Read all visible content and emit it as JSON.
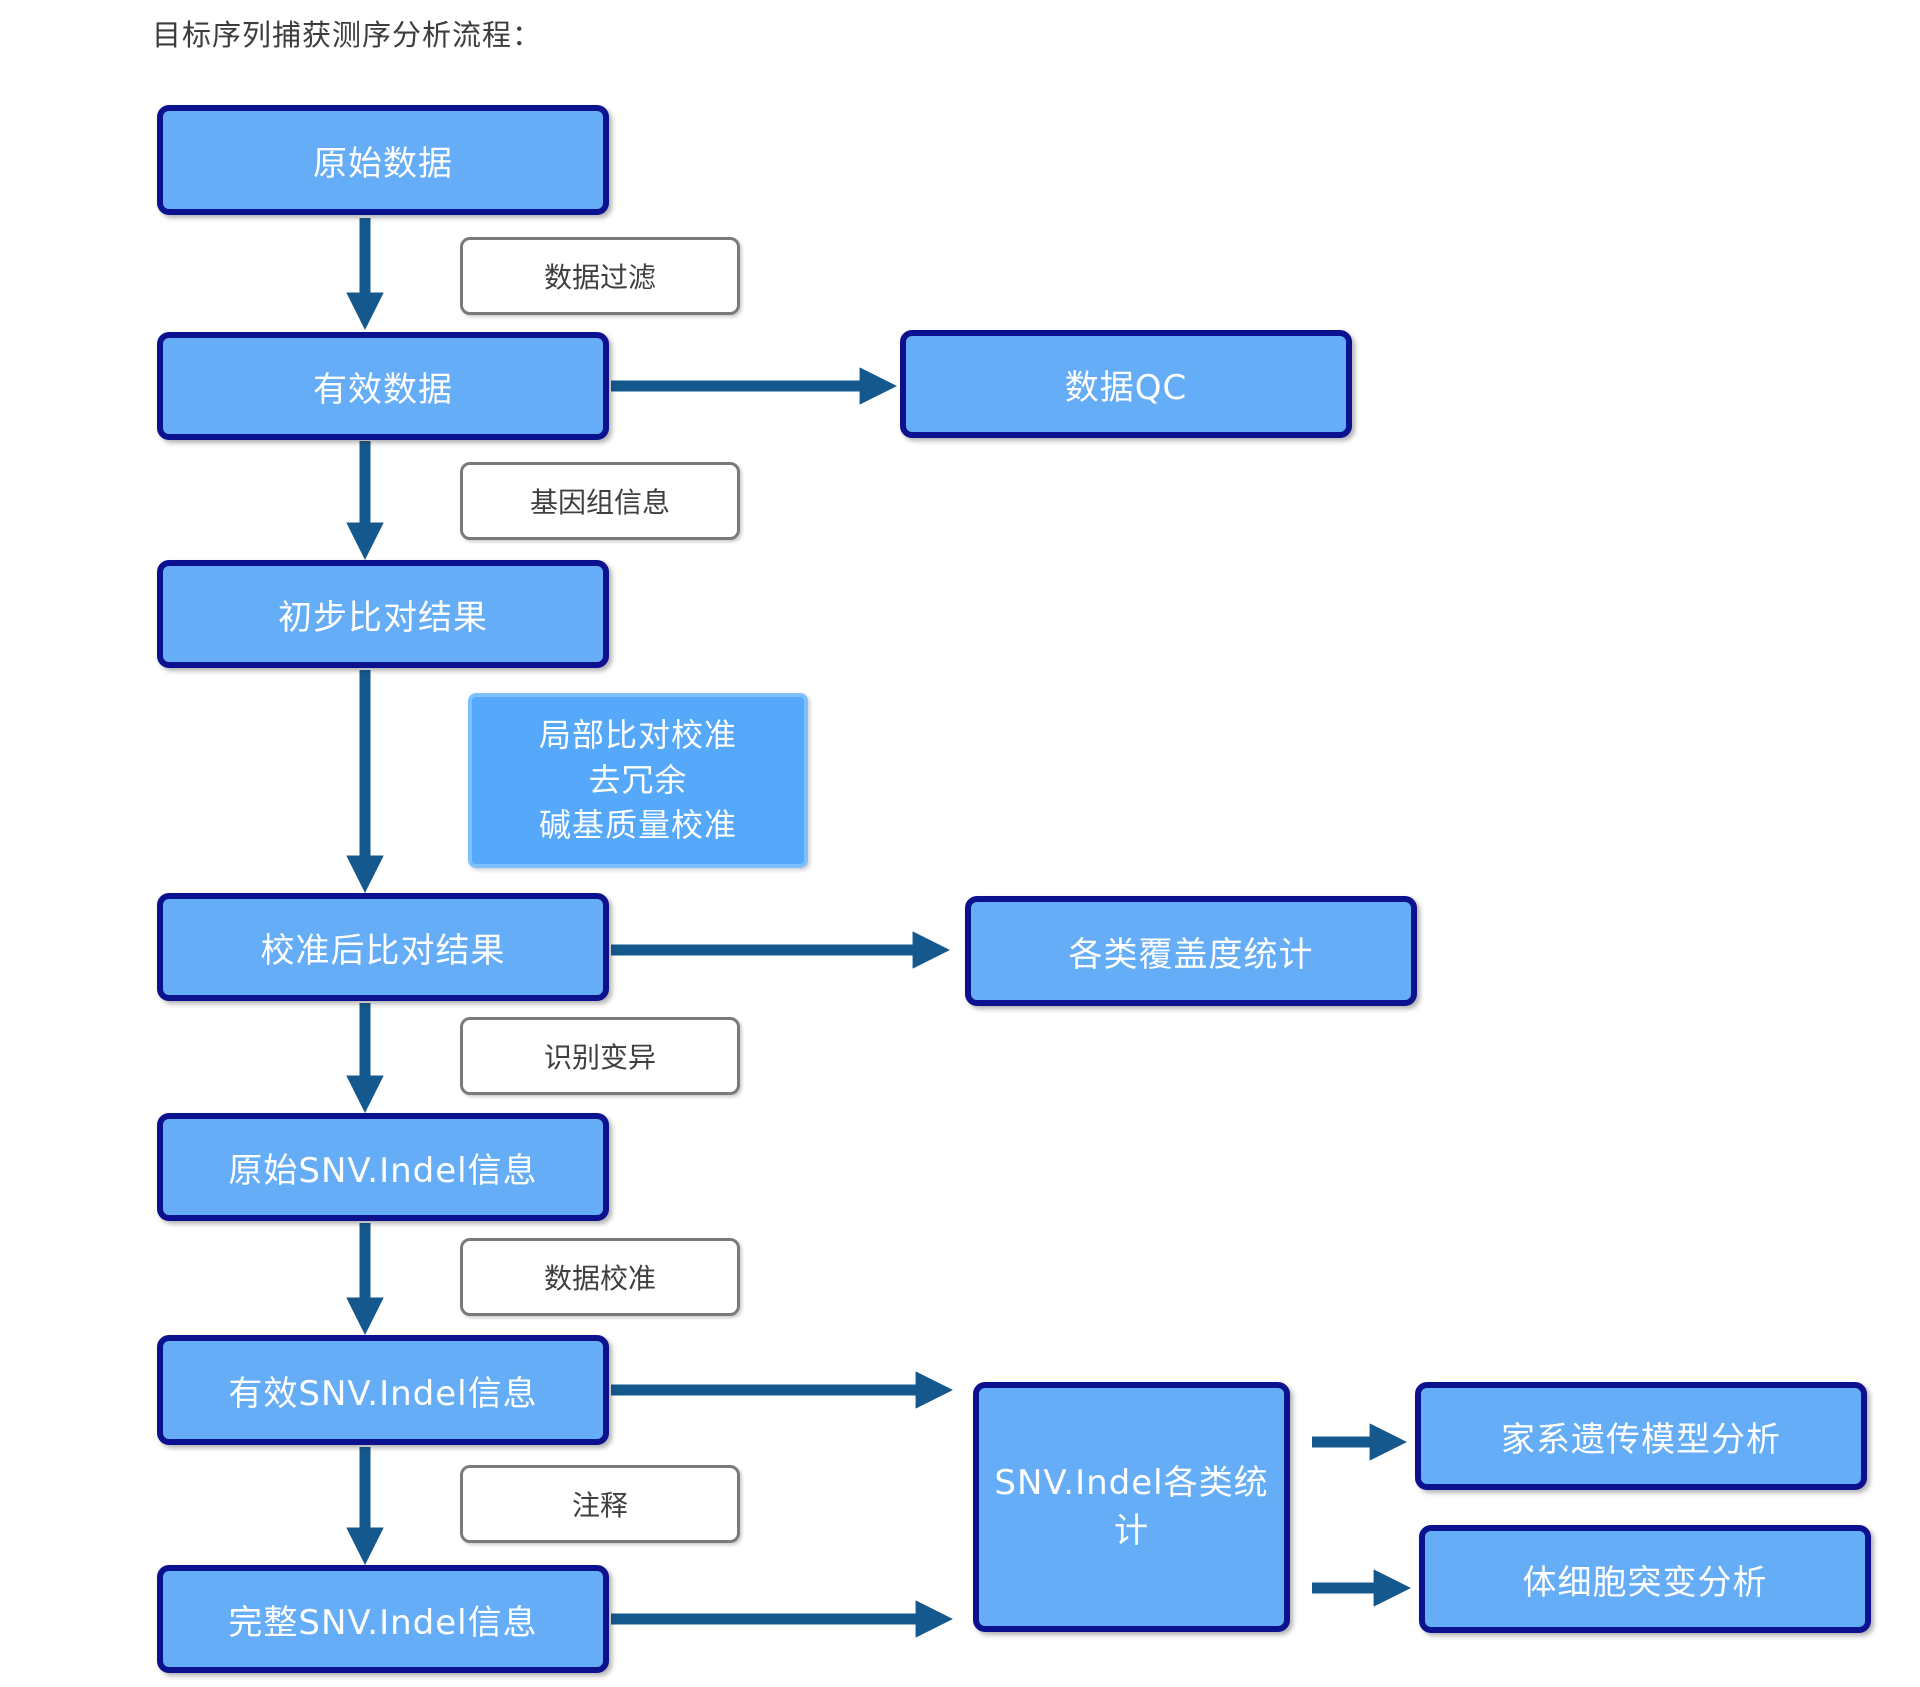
{
  "title": "目标序列捕获测序分析流程：",
  "colors": {
    "node_fill": "#66adf7",
    "node_border": "#0c128f",
    "arrow": "#15588e",
    "note_fill": "#55a8fa",
    "note_border": "#7cc0fe",
    "step_label_border": "#7a7a7a",
    "step_label_text": "#3f3f3f"
  },
  "nodes": {
    "raw_data": "原始数据",
    "valid_data": "有效数据",
    "initial_alignment": "初步比对结果",
    "calibrated_alignment": "校准后比对结果",
    "raw_snv_indel": "原始SNV.Indel信息",
    "valid_snv_indel": "有效SNV.Indel信息",
    "complete_snv_indel": "完整SNV.Indel信息",
    "data_qc": "数据QC",
    "coverage_stats": "各类覆盖度统计",
    "snv_indel_stats": "SNV.Indel各类统计",
    "pedigree_model": "家系遗传模型分析",
    "somatic_mutation": "体细胞突变分析"
  },
  "step_labels": {
    "data_filter": "数据过滤",
    "genome_info": "基因组信息",
    "variant_calling": "识别变异",
    "data_calibration": "数据校准",
    "annotation": "注释"
  },
  "process_note": {
    "line1": "局部比对校准",
    "line2": "去冗余",
    "line3": "碱基质量校准"
  }
}
